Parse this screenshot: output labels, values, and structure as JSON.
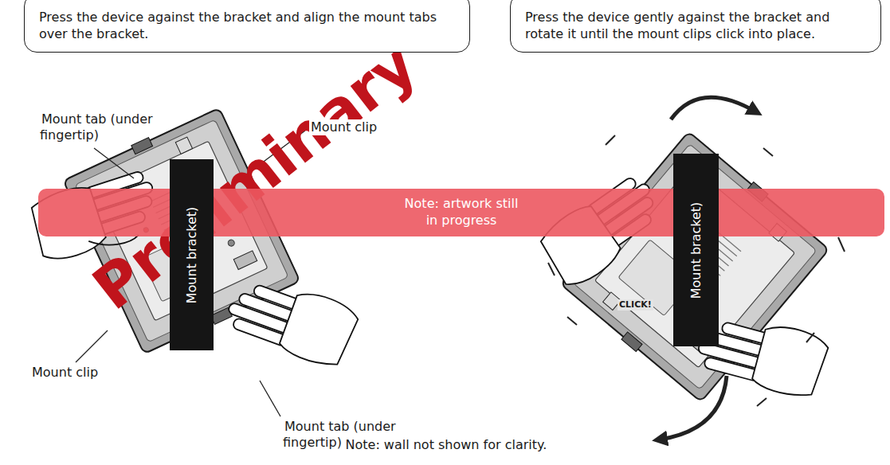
{
  "diagram": {
    "nodes": [
      {
        "text": [
          "Press the device against the bracket and align the mount tabs over the bracket."
        ]
      },
      {
        "text": [
          "Press the device gently against the bracket and rotate it until the mount clips click into place."
        ]
      },
      {
        "text": [
          "Note: artwork still in progress"
        ]
      },
      {
        "text": [
          "Mount bracket)"
        ]
      },
      {
        "text": [
          "Mount bracket)"
        ]
      }
    ],
    "labels": [
      "Mount tab (under fingertip)",
      "Mount clip",
      "Mount clip",
      "Mount tab (under fingertip)",
      "CLICK!",
      "Note: wall not shown for clarity.",
      "Preliminary"
    ]
  }
}
